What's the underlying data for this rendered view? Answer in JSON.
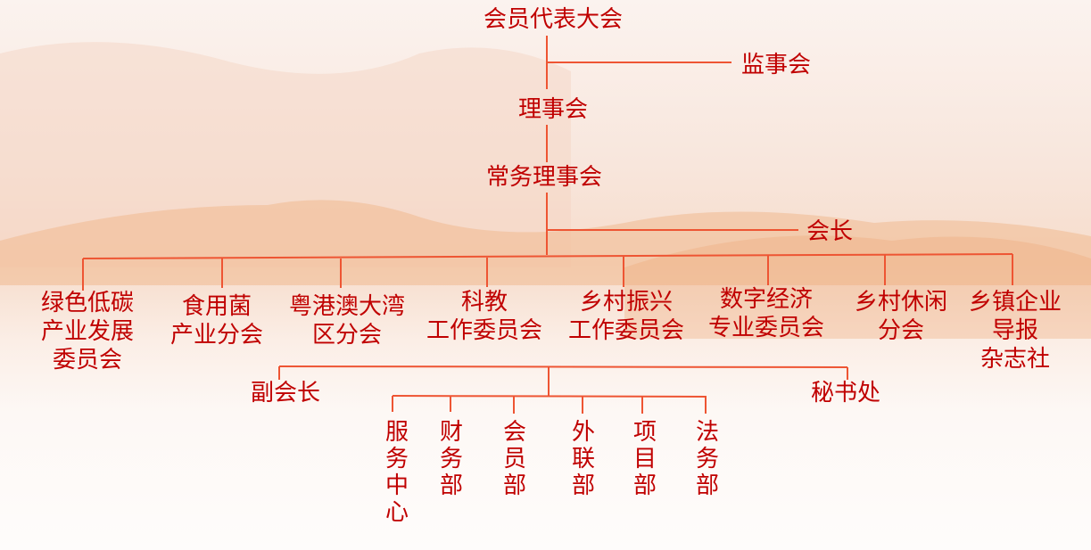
{
  "top": {
    "congress": "会员代表大会",
    "supervisors": "监事会",
    "council": "理事会",
    "standing_council": "常务理事会",
    "president": "会长"
  },
  "branches": [
    {
      "lines": [
        "绿色低碳",
        "产业发展",
        "委员会"
      ]
    },
    {
      "lines": [
        "食用菌",
        "产业分会"
      ]
    },
    {
      "lines": [
        "粤港澳大湾",
        "区分会"
      ]
    },
    {
      "lines": [
        "科教",
        "工作委员会"
      ]
    },
    {
      "lines": [
        "乡村振兴",
        "工作委员会"
      ]
    },
    {
      "lines": [
        "数字经济",
        "专业委员会"
      ]
    },
    {
      "lines": [
        "乡村休闲",
        "分会"
      ]
    },
    {
      "lines": [
        "乡镇企业",
        "导报",
        "杂志社"
      ]
    }
  ],
  "vice_president": "副会长",
  "secretariat": "秘书处",
  "departments": [
    "服务中心",
    "财务部",
    "会员部",
    "外联部",
    "项目部",
    "法务部"
  ]
}
